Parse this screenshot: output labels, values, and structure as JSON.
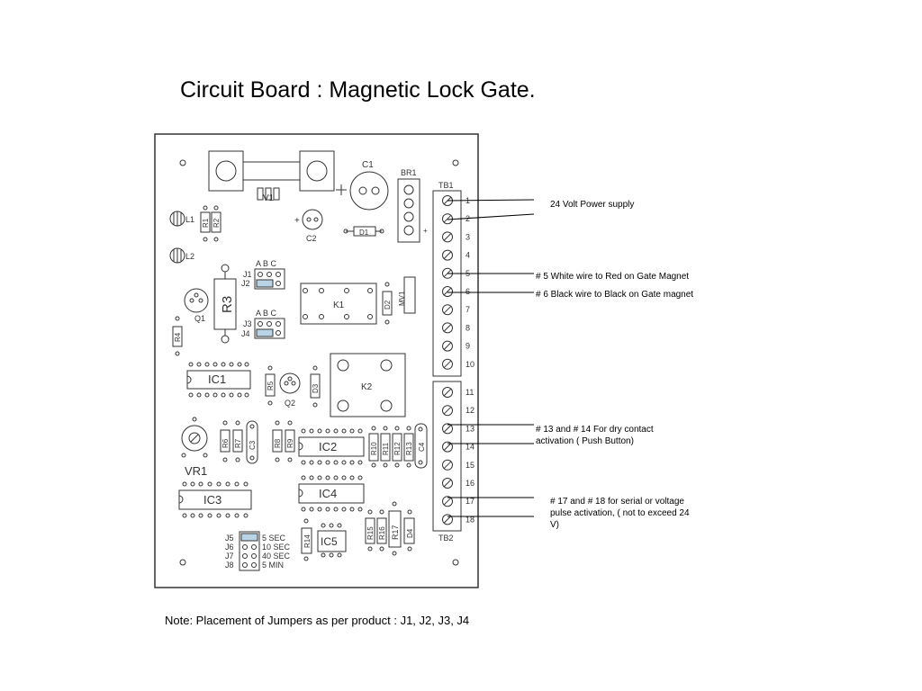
{
  "title": "Circuit Board : Magnetic Lock Gate.",
  "note": "Note: Placement of Jumpers as per product : J1, J2, J3, J4",
  "callouts": {
    "power": "24 Volt Power supply",
    "white": "# 5 White wire to Red on Gate Magnet",
    "black": "# 6 Black wire to Black on Gate magnet",
    "dry": "# 13 and # 14 For dry contact activation ( Push Button)",
    "serial": "# 17 and # 18 for serial or voltage pulse activation, ( not to exceed 24 V)"
  },
  "board": {
    "components": {
      "V1": "V1",
      "C1": "C1",
      "C2": "C2",
      "BR1": "BR1",
      "D1": "D1",
      "L1": "L1",
      "L2": "L2",
      "R1": "R1",
      "R2": "R2",
      "R3": "R3",
      "R4": "R4",
      "Q1": "Q1",
      "Q2": "Q2",
      "K1": "K1",
      "K2": "K2",
      "MV1": "MV1",
      "D2": "D2",
      "IC1": "IC1",
      "IC2": "IC2",
      "IC3": "IC3",
      "IC4": "IC4",
      "IC5": "IC5",
      "R5": "R5",
      "D3": "D3",
      "VR1": "VR1",
      "R6": "R6",
      "R7": "R7",
      "C3": "C3",
      "R8": "R8",
      "R9": "R9",
      "R10": "R10",
      "R11": "R11",
      "R12": "R12",
      "R13": "R13",
      "C4": "C4",
      "R14": "R14",
      "R15": "R15",
      "R16": "R16",
      "R17": "R17",
      "D4": "D4",
      "TB1": "TB1",
      "TB2": "TB2"
    },
    "jumper_header": "A B C",
    "jumpers": {
      "J1": "J1",
      "J2": "J2",
      "J3": "J3",
      "J4": "J4"
    },
    "timer_jumpers": [
      {
        "label": "J5",
        "time": "5 SEC"
      },
      {
        "label": "J6",
        "time": "10 SEC"
      },
      {
        "label": "J7",
        "time": "40 SEC"
      },
      {
        "label": "J8",
        "time": "5 MIN"
      }
    ],
    "terminals_tb1": [
      "1",
      "2",
      "3",
      "4",
      "5",
      "6",
      "7",
      "8",
      "9",
      "10"
    ],
    "terminals_tb2": [
      "11",
      "12",
      "13",
      "14",
      "15",
      "16",
      "17",
      "18"
    ],
    "plus_sign": "+",
    "colors": {
      "jumper_fill": "#b9d4e6",
      "line": "#333333"
    }
  }
}
